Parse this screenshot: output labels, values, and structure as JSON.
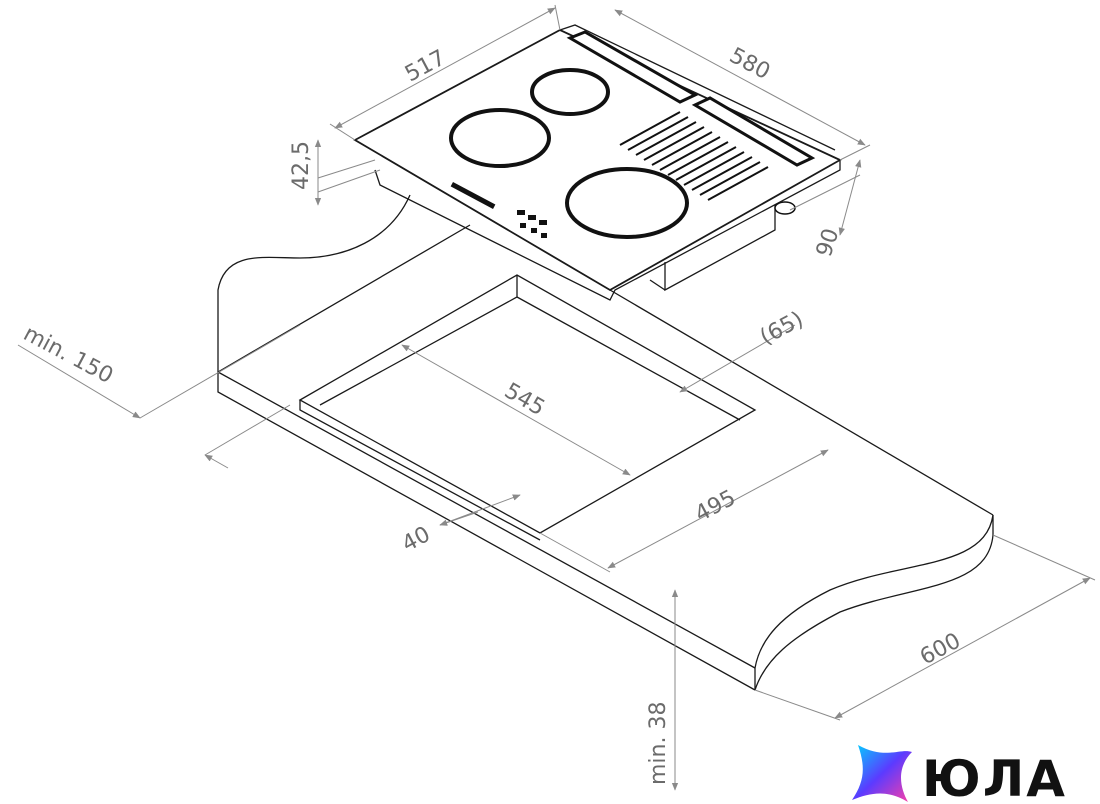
{
  "dimensions": {
    "hob_width": "517",
    "hob_depth": "580",
    "hob_thickness": "42,5",
    "hob_height": "90",
    "clearance_back": "(65)",
    "min_side": "min. 150",
    "cutout_width": "545",
    "cutout_depth": "495",
    "front_margin": "40",
    "counter_depth": "600",
    "counter_thickness": "min. 38"
  },
  "logo": {
    "text": "ЮЛА",
    "colors": [
      "#5b3bff",
      "#00d4ff",
      "#ff3fa4"
    ]
  }
}
